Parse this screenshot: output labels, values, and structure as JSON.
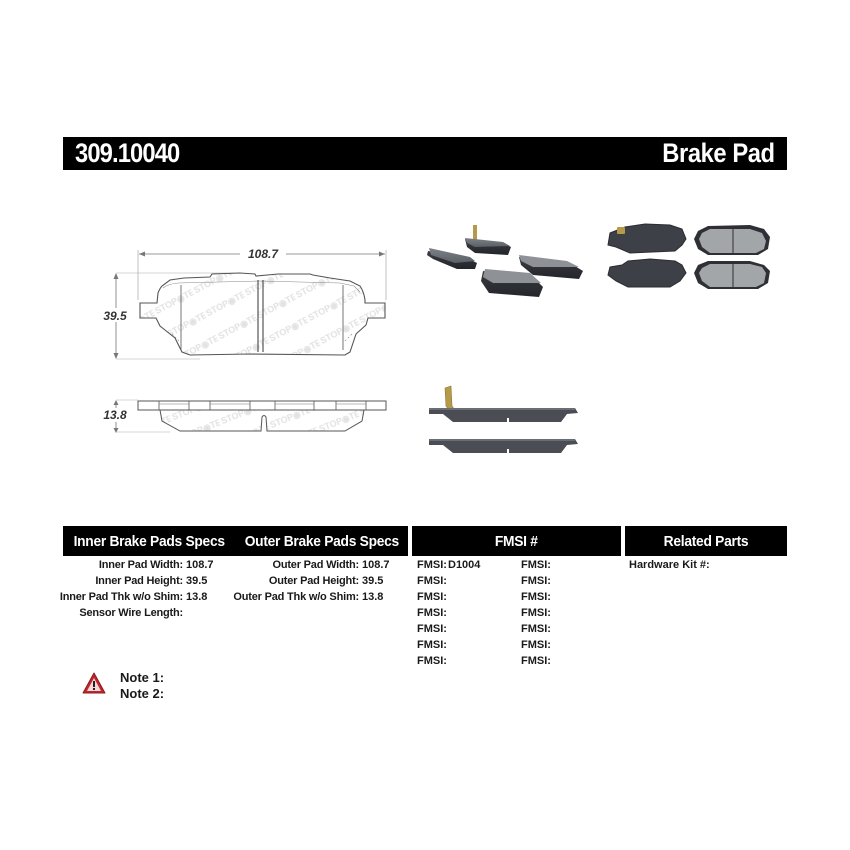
{
  "header": {
    "part_number": "309.10040",
    "product_type": "Brake Pad"
  },
  "drawing": {
    "width_dim": "108.7",
    "height_dim": "39.5",
    "thickness_dim": "13.8",
    "watermark": "STOPTECH"
  },
  "photos": {
    "top_left": "brake-pad-set-angled-photo",
    "top_right": "brake-pad-set-flat-photo",
    "bottom": "brake-pad-side-profile-photo"
  },
  "sections": {
    "inner_header": "Inner Brake Pads Specs",
    "outer_header": "Outer Brake Pads Specs",
    "fmsi_header": "FMSI #",
    "related_header": "Related Parts"
  },
  "inner_specs": [
    {
      "label": "Inner Pad Width:",
      "value": "108.7"
    },
    {
      "label": "Inner Pad Height:",
      "value": "39.5"
    },
    {
      "label": "Inner Pad Thk w/o Shim:",
      "value": "13.8"
    },
    {
      "label": "Sensor Wire Length:",
      "value": ""
    }
  ],
  "outer_specs": [
    {
      "label": "Outer Pad Width:",
      "value": "108.7"
    },
    {
      "label": "Outer Pad Height:",
      "value": "39.5"
    },
    {
      "label": "Outer Pad Thk w/o Shim:",
      "value": "13.8"
    }
  ],
  "fmsi": {
    "label": "FMSI:",
    "col1": [
      "D1004",
      "",
      "",
      "",
      "",
      "",
      ""
    ],
    "col2": [
      "",
      "",
      "",
      "",
      "",
      "",
      ""
    ]
  },
  "related": {
    "hardware_kit_label": "Hardware Kit #:",
    "hardware_kit_value": ""
  },
  "notes": {
    "note1_label": "Note 1:",
    "note2_label": "Note 2:",
    "warning_icon_color": "#c0272d"
  }
}
